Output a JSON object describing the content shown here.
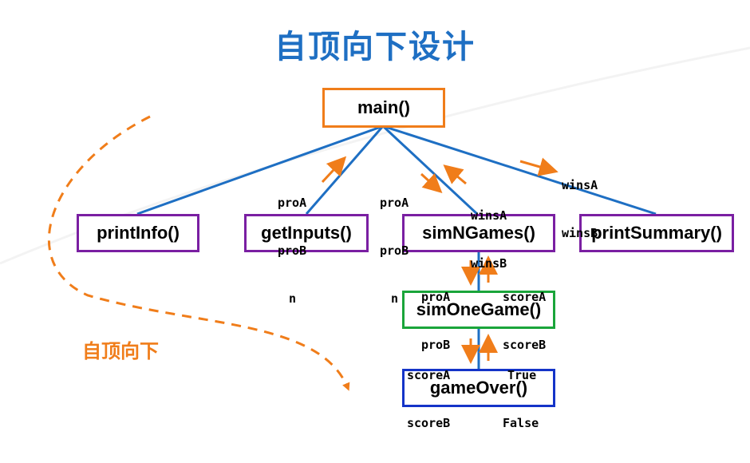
{
  "title": "自顶向下设计",
  "side_label": "自顶向下",
  "colors": {
    "title": "#1e6fc3",
    "line": "#1e6fc3",
    "arrow": "#f07d1a",
    "main_border": "#f07d1a",
    "level1_border": "#7a1fa2",
    "simOneGame_border": "#1aa53a",
    "gameOver_border": "#1434c8"
  },
  "nodes": {
    "main": "main()",
    "printInfo": "printInfo()",
    "getInputs": "getInputs()",
    "simNGames": "simNGames()",
    "printSummary": "printSummary()",
    "simOneGame": "simOneGame()",
    "gameOver": "gameOver()"
  },
  "labels": {
    "getInputs_out": [
      "proA",
      "proB",
      "n"
    ],
    "simNGames_in": [
      "proA",
      "proB",
      "n"
    ],
    "simNGames_out": [
      "winsA",
      "winsB"
    ],
    "printSummary_in": [
      "winsA",
      "winsB"
    ],
    "simOneGame_in": [
      "proA",
      "proB"
    ],
    "simOneGame_out": [
      "scoreA",
      "scoreB"
    ],
    "gameOver_in": [
      "scoreA",
      "scoreB"
    ],
    "gameOver_out": [
      "True",
      "False"
    ]
  },
  "icons": [
    "arrow-icon",
    "dashed-curve-arrow-icon"
  ]
}
